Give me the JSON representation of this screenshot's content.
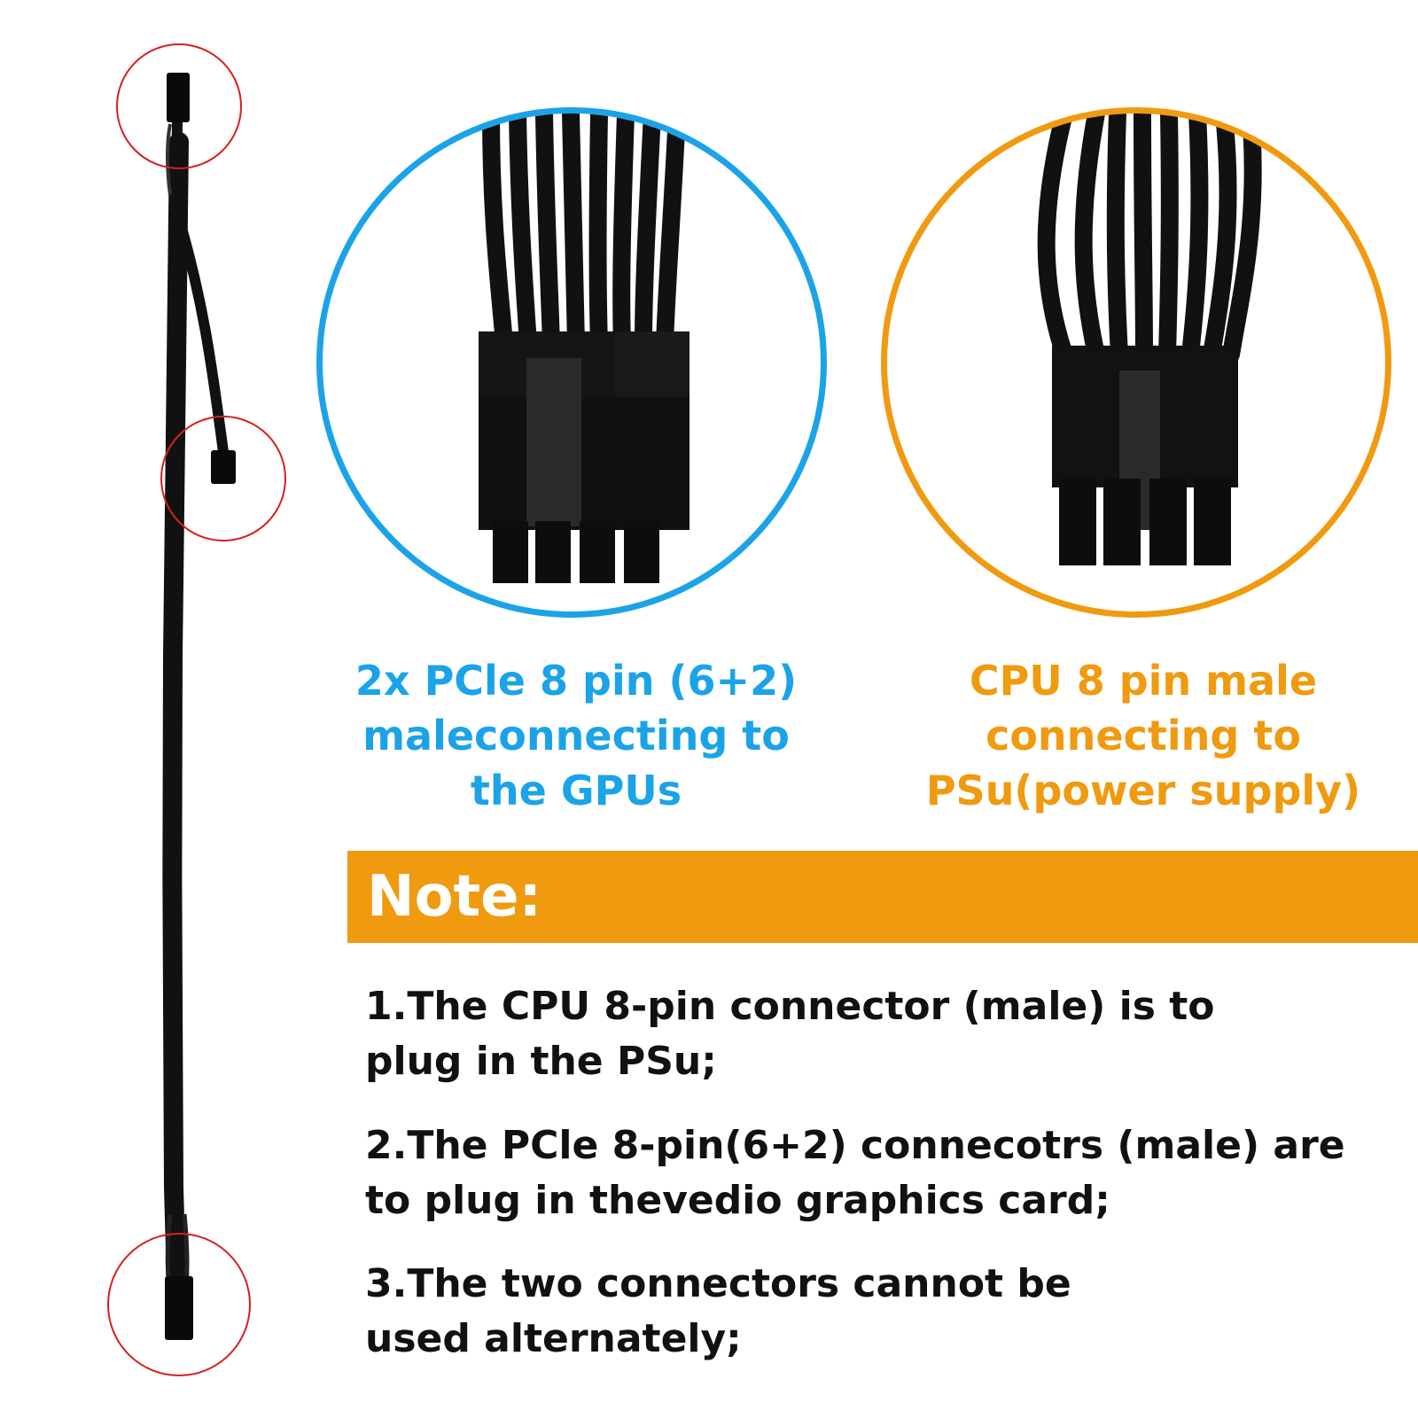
{
  "colors": {
    "gpu_accent": "#1ba3e8",
    "psu_accent": "#f09a0f",
    "highlight_ring": "#d62020",
    "cable": "#111111",
    "note_text": "#111111"
  },
  "gpu_caption": {
    "line1": "2x PCle 8 pin (6+2)",
    "line2": "maleconnecting to",
    "line3": "the GPUs"
  },
  "psu_caption": {
    "line1": "CPU 8 pin male",
    "line2": "connecting to",
    "line3": "PSu(power supply)"
  },
  "note": {
    "title": "Note:",
    "items": [
      {
        "line1": "1.The CPU 8-pin connector (male) is to",
        "line2": "plug in the PSu;"
      },
      {
        "line1": "2.The PCle 8-pin(6+2) connecotrs (male) are",
        "line2": "to plug in thevedio graphics card;"
      },
      {
        "line1": "3.The two connectors cannot be",
        "line2": "used alternately;"
      }
    ]
  },
  "icons": {
    "cable_photo": "cable-icon",
    "gpu_connector": "pcie-connector-icon",
    "psu_connector": "cpu-connector-icon"
  }
}
